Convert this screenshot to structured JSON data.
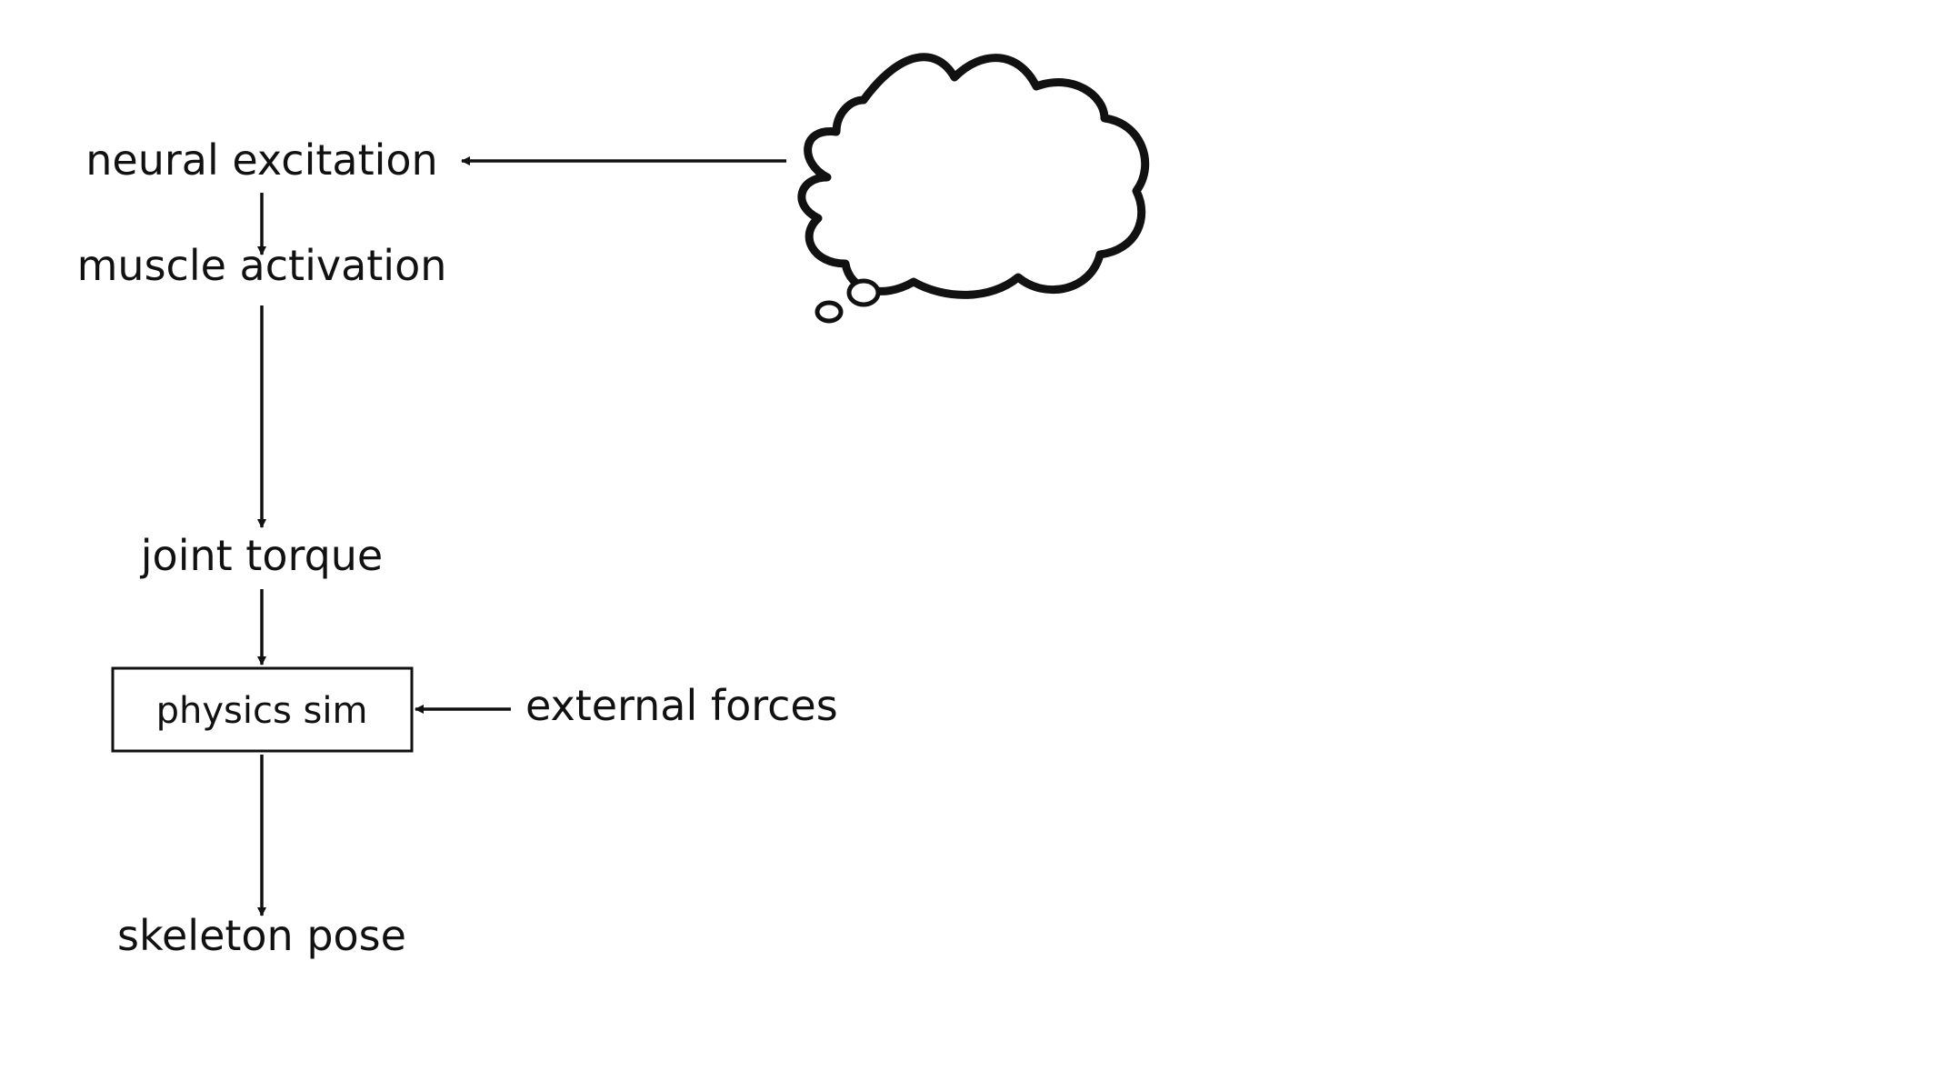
{
  "diagram": {
    "nodes": {
      "neural_excitation": "neural excitation",
      "muscle_activation": "muscle activation",
      "joint_torque": "joint torque",
      "physics_sim": "physics sim",
      "external_forces": "external forces",
      "skeleton_pose": "skeleton pose"
    },
    "edges": [
      {
        "from": "thought-cloud",
        "to": "neural_excitation"
      },
      {
        "from": "neural_excitation",
        "to": "muscle_activation"
      },
      {
        "from": "muscle_activation",
        "to": "joint_torque"
      },
      {
        "from": "joint_torque",
        "to": "physics_sim"
      },
      {
        "from": "external_forces",
        "to": "physics_sim"
      },
      {
        "from": "physics_sim",
        "to": "skeleton_pose"
      }
    ],
    "colors": {
      "ink": "#111111",
      "background": "#ffffff"
    },
    "icons": [
      "thought-cloud-icon"
    ]
  }
}
